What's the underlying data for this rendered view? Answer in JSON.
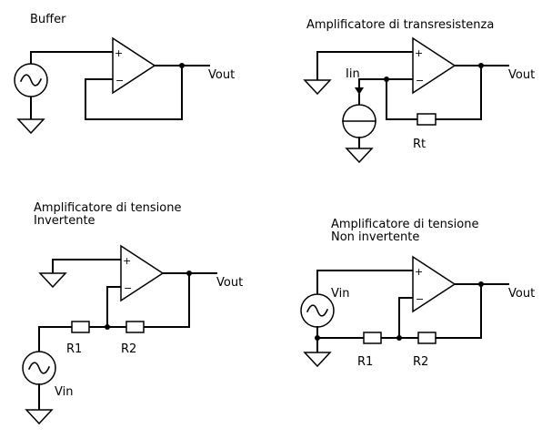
{
  "circuits": {
    "buffer": {
      "title": "Buffer",
      "output_label": "Vout",
      "plus_sign": "+",
      "minus_sign": "−"
    },
    "transresistance": {
      "title": "Amplificatore di transresistenza",
      "input_label": "Iin",
      "resistor_label": "Rt",
      "output_label": "Vout",
      "plus_sign": "+",
      "minus_sign": "−"
    },
    "inverting": {
      "title_line1": "Amplificatore di tensione",
      "title_line2": "Invertente",
      "r1_label": "R1",
      "r2_label": "R2",
      "input_label": "Vin",
      "output_label": "Vout",
      "plus_sign": "+",
      "minus_sign": "−"
    },
    "non_inverting": {
      "title_line1": "Amplificatore di tensione",
      "title_line2": "Non invertente",
      "r1_label": "R1",
      "r2_label": "R2",
      "input_label": "Vin",
      "output_label": "Vout",
      "plus_sign": "+",
      "minus_sign": "−"
    }
  }
}
